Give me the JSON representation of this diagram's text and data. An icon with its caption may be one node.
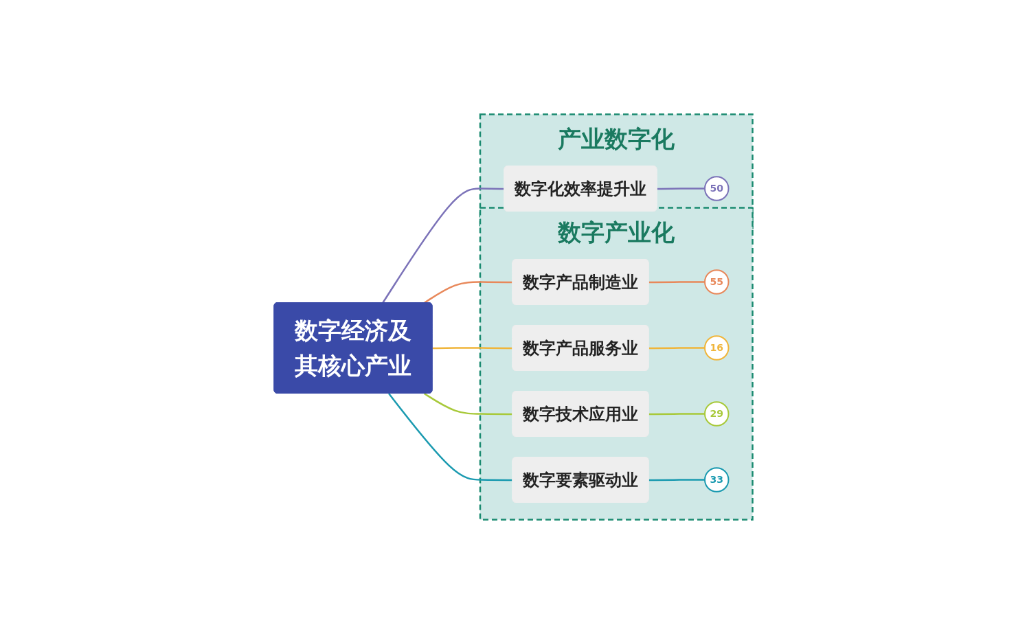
{
  "diagram": {
    "nodes": [
      {
        "text": [
          "数字经济及其核心产业"
        ]
      },
      {
        "text": [
          "数字产业化"
        ]
      },
      {
        "text": [
          "数字产品制造业"
        ],
        "in": 1
      },
      {
        "text": [
          "55"
        ],
        "in": 1
      },
      {
        "text": [
          "数字产品服务业"
        ],
        "in": 1
      },
      {
        "text": [
          "16"
        ],
        "in": 1
      },
      {
        "text": [
          "数字技术应用业"
        ],
        "in": 1
      },
      {
        "text": [
          "29"
        ],
        "in": 1
      },
      {
        "text": [
          "数字要素驱动业"
        ],
        "in": 1
      },
      {
        "text": [
          "33"
        ],
        "in": 1
      },
      {
        "text": [
          "产业数字化"
        ]
      },
      {
        "text": [
          "数字化效率提升业"
        ],
        "in": 10
      },
      {
        "text": [
          "50"
        ],
        "in": 10
      }
    ],
    "edges": [
      {
        "from": 0,
        "to": 2,
        "arrow": "none",
        "color": "#e8885a"
      },
      {
        "from": 2,
        "to": 3,
        "arrow": "none",
        "color": "#e8885a"
      },
      {
        "from": 0,
        "to": 4,
        "arrow": "none",
        "color": "#f0b53a"
      },
      {
        "from": 4,
        "to": 5,
        "arrow": "none",
        "color": "#f0b53a"
      },
      {
        "from": 0,
        "to": 6,
        "arrow": "none",
        "color": "#a8c93a"
      },
      {
        "from": 6,
        "to": 7,
        "arrow": "none",
        "color": "#a8c93a"
      },
      {
        "from": 0,
        "to": 8,
        "arrow": "none",
        "color": "#1a9ab0"
      },
      {
        "from": 8,
        "to": 9,
        "arrow": "none",
        "color": "#1a9ab0"
      },
      {
        "from": 0,
        "to": 11,
        "arrow": "none",
        "color": "#7b72b8"
      },
      {
        "from": 11,
        "to": 12,
        "arrow": "none",
        "color": "#7b72b8"
      }
    ]
  }
}
